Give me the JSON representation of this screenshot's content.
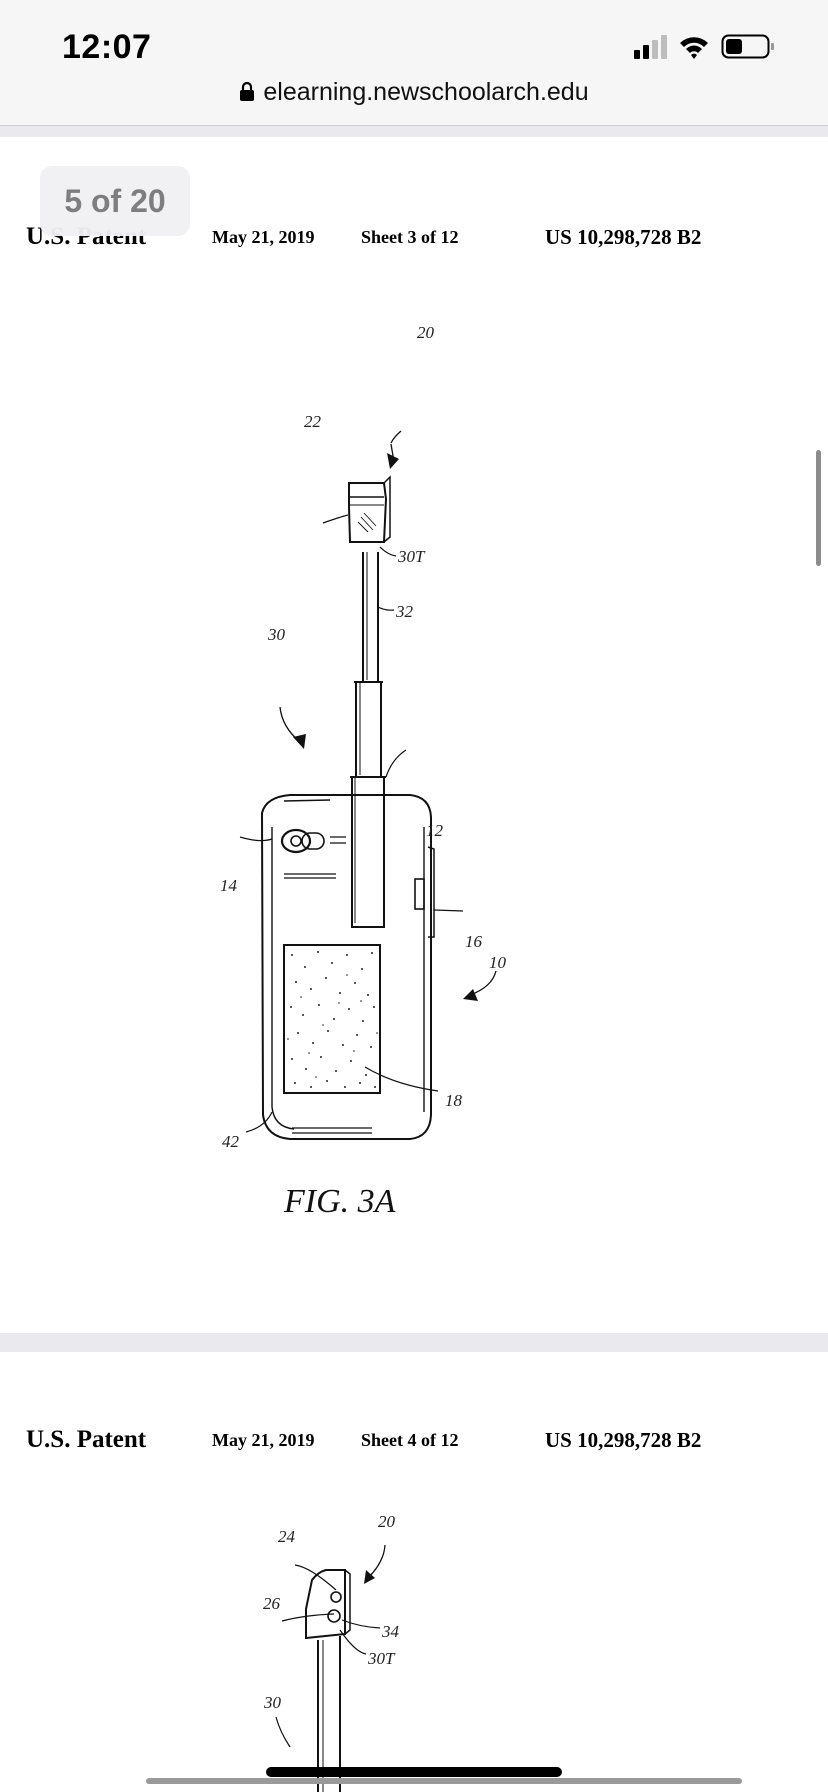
{
  "status_bar": {
    "time": "12:07",
    "url": "elearning.newschoolarch.edu",
    "icons": [
      "signal-icon",
      "wifi-icon",
      "battery-icon",
      "lock-icon"
    ]
  },
  "page_indicator": "5 of 20",
  "pages": [
    {
      "header": {
        "left": "U.S. Patent",
        "date": "May 21, 2019",
        "sheet": "Sheet 3 of 12",
        "number": "US 10,298,728 B2"
      },
      "figure": {
        "caption": "FIG. 3A",
        "labels": [
          "20",
          "22",
          "30T",
          "32",
          "30",
          "12",
          "14",
          "16",
          "10",
          "18",
          "42"
        ]
      }
    },
    {
      "header": {
        "left": "U.S. Patent",
        "date": "May 21, 2019",
        "sheet": "Sheet 4 of 12",
        "number": "US 10,298,728 B2"
      },
      "figure": {
        "labels": [
          "20",
          "24",
          "26",
          "34",
          "30T",
          "30"
        ]
      }
    }
  ]
}
